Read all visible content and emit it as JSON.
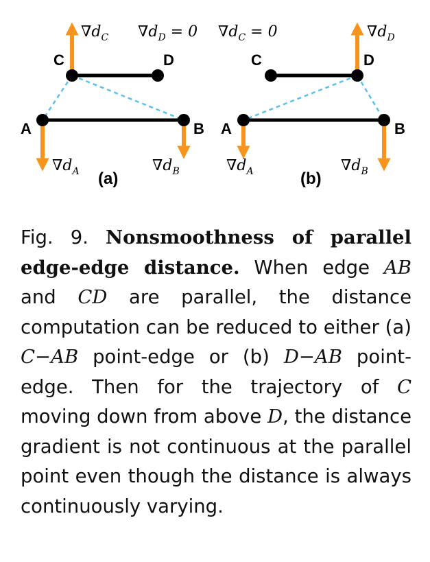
{
  "panels": [
    {
      "label": "(a)",
      "points": {
        "A": "A",
        "B": "B",
        "C": "C",
        "D": "D"
      },
      "gradients": {
        "C": {
          "sym": "∇d",
          "sub": "C"
        },
        "D": {
          "sym": "∇d",
          "sub": "D",
          "eq": " = 0"
        },
        "A": {
          "sym": "∇d",
          "sub": "A"
        },
        "B": {
          "sym": "∇d",
          "sub": "B"
        }
      }
    },
    {
      "label": "(b)",
      "points": {
        "A": "A",
        "B": "B",
        "C": "C",
        "D": "D"
      },
      "gradients": {
        "C": {
          "sym": "∇d",
          "sub": "C",
          "eq": " = 0"
        },
        "D": {
          "sym": "∇d",
          "sub": "D"
        },
        "A": {
          "sym": "∇d",
          "sub": "A"
        },
        "B": {
          "sym": "∇d",
          "sub": "B"
        }
      }
    }
  ],
  "colors": {
    "arrow": "#f7941d",
    "dashed": "#5bc0eb",
    "edge": "#000000"
  },
  "caption": {
    "fig_num": "Fig. 9.",
    "title": "Nonsmoothness of parallel edge-edge distance.",
    "t1": " When edge ",
    "m1": "AB",
    "t2": " and ",
    "m2": "CD",
    "t3": " are parallel, the distance computation can be reduced to either (a) ",
    "m3": "C−AB",
    "t4": " point-edge or (b) ",
    "m4": "D−AB",
    "t5": " point-edge. Then for the trajectory of ",
    "m5": "C",
    "t6": " moving down from above ",
    "m6": "D",
    "t7": ", the distance gradient is not continuous at the parallel point even though the distance is always continuously varying."
  }
}
